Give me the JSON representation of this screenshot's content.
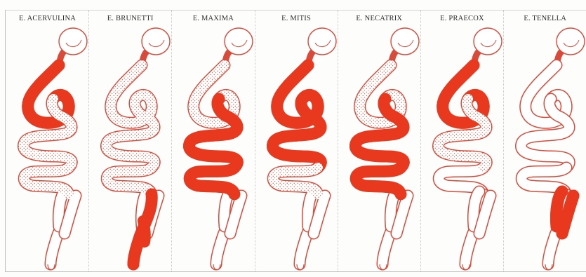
{
  "colors": {
    "lesion": "#e8391f",
    "outline": "#d84b3a",
    "outline_fill": "#ffffff",
    "stipple": "#d0503c"
  },
  "panels": [
    {
      "id": "acervulina",
      "label": "E. ACERVULINA",
      "regions": {
        "duodenal_loop": "solid",
        "upper_jejunum": "stipple",
        "mid_intestine": "stipple",
        "lower": "none",
        "ceca": "none"
      }
    },
    {
      "id": "brunetti",
      "label": "E. BRUNETTI",
      "regions": {
        "duodenal_loop": "stipple",
        "upper_jejunum": "stipple",
        "mid_intestine": "stipple",
        "lower": "solid",
        "ceca": "solid-base"
      }
    },
    {
      "id": "maxima",
      "label": "E. MAXIMA",
      "regions": {
        "duodenal_loop": "stipple",
        "upper_jejunum": "solid",
        "mid_intestine": "solid",
        "lower": "none",
        "ceca": "none"
      }
    },
    {
      "id": "mitis",
      "label": "E. MITIS",
      "regions": {
        "duodenal_loop": "solid",
        "upper_jejunum": "solid",
        "mid_intestine": "stipple",
        "lower": "none",
        "ceca": "none"
      }
    },
    {
      "id": "necatrix",
      "label": "E. NECATRIX",
      "regions": {
        "duodenal_loop": "stipple",
        "upper_jejunum": "solid",
        "mid_intestine": "solid",
        "lower": "none",
        "ceca": "none"
      }
    },
    {
      "id": "praecox",
      "label": "E. PRAECOX",
      "regions": {
        "duodenal_loop": "solid",
        "upper_jejunum": "stipple",
        "mid_intestine": "none",
        "lower": "none",
        "ceca": "none"
      }
    },
    {
      "id": "tenella",
      "label": "E. TENELLA",
      "regions": {
        "duodenal_loop": "none",
        "upper_jejunum": "none",
        "mid_intestine": "none",
        "lower": "none",
        "ceca": "solid"
      }
    }
  ]
}
